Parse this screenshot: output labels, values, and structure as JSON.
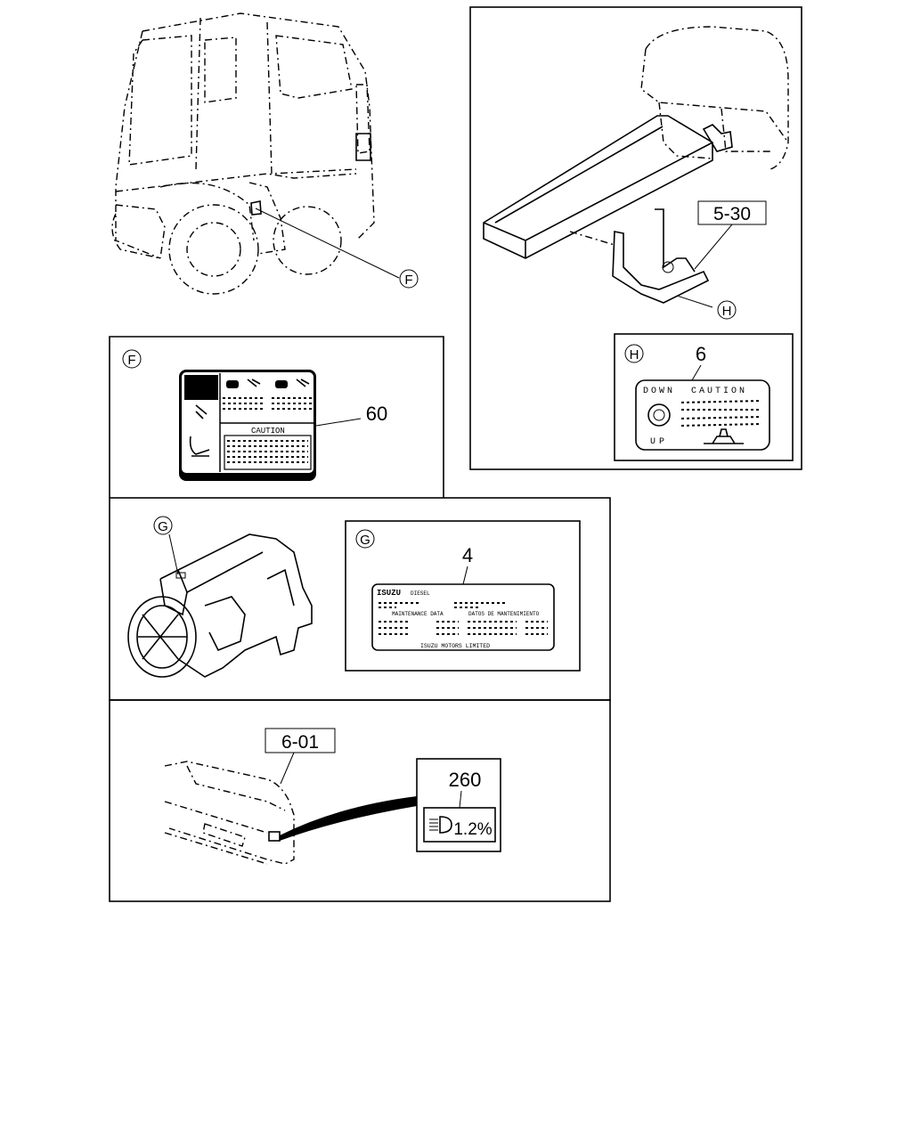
{
  "callouts": {
    "f": "F",
    "g": "G",
    "h": "H",
    "f_panel": "F",
    "g_panel": "G",
    "h_panel": "H"
  },
  "part_numbers": {
    "p5_30": "5-30",
    "p6": "6",
    "p60": "60",
    "p4": "4",
    "p6_01": "6-01",
    "p260": "260"
  },
  "labels": {
    "h_label": {
      "down": "DOWN",
      "caution": "CAUTION",
      "up": "UP"
    },
    "f_label": {
      "caution": "CAUTION"
    },
    "g_label": {
      "brand": "ISUZU",
      "brand_sub": "DIESEL",
      "maintenance": "MAINTENANCE DATA",
      "datos": "DATOS DE MANTENIMIENTO",
      "maker": "ISUZU MOTORS LIMITED"
    },
    "headlamp_label": {
      "value": "1.2%"
    }
  }
}
